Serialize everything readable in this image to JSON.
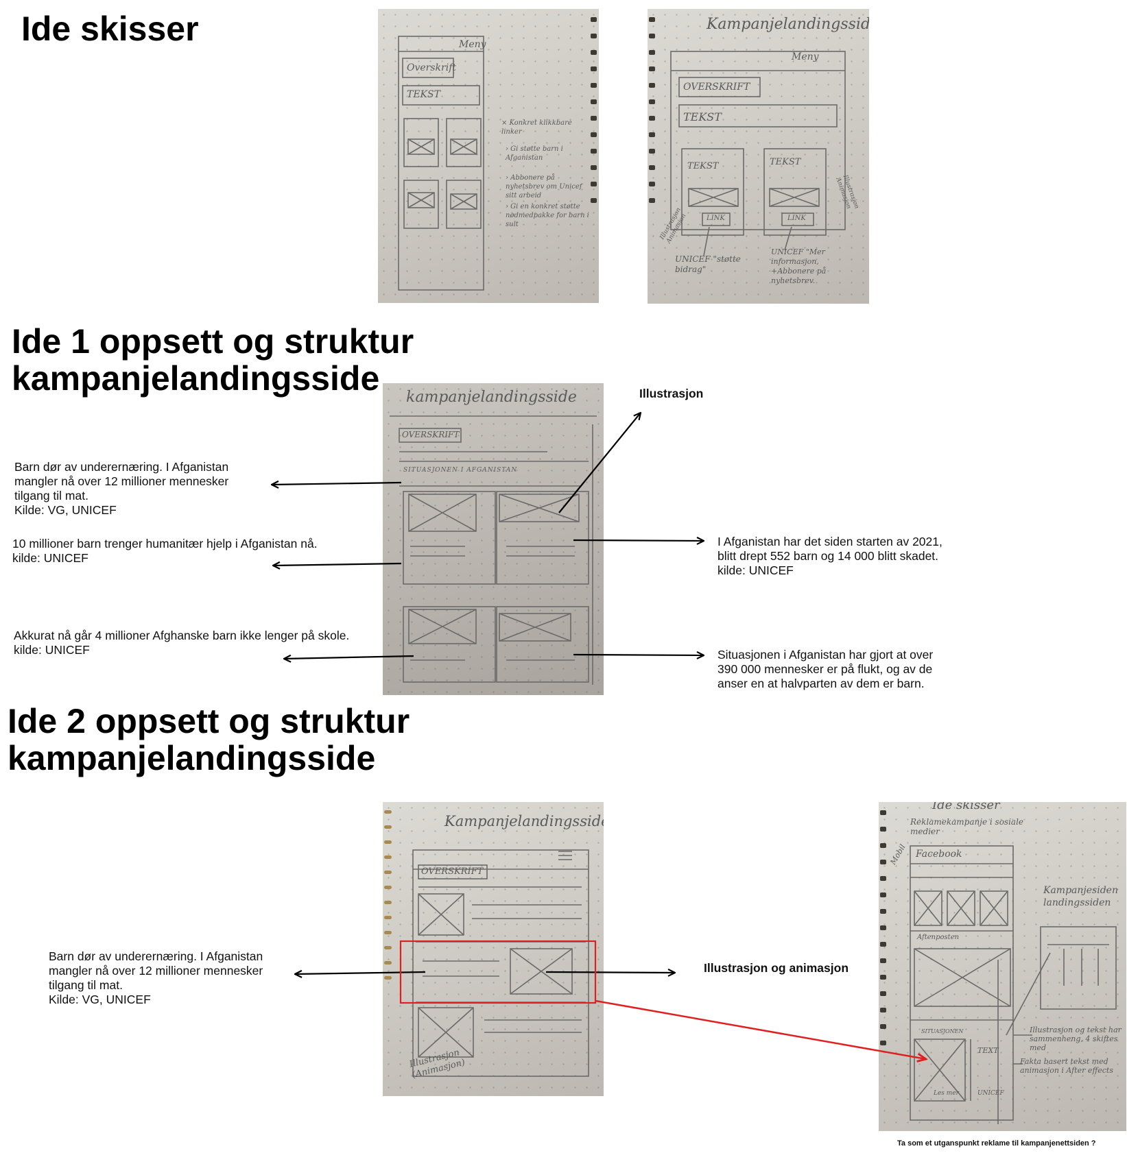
{
  "headings": {
    "ide_skisser": "Ide skisser",
    "ide1_line1": "Ide 1 oppsett og struktur",
    "ide1_line2": "kampanjelandingsside",
    "ide2_line1": "Ide 2 oppsett og struktur",
    "ide2_line2": "kampanjelandingsside"
  },
  "ide1": {
    "illustrasjon_label": "Illustrasjon",
    "note_left_1": "Barn dør av underernæring. I Afganistan\nmangler nå over 12 millioner mennesker\ntilgang til mat.\nKilde: VG, UNICEF",
    "note_left_2": "10 millioner barn trenger humanitær hjelp i Afganistan nå.\nkilde: UNICEF",
    "note_left_3": "Akkurat nå går 4 millioner Afghanske barn ikke lenger på skole.\nkilde: UNICEF",
    "note_right_1": "I Afganistan har det siden starten av 2021,\nblitt drept 552 barn og 14 000 blitt skadet.\nkilde: UNICEF",
    "note_right_2": "Situasjonen i Afganistan har gjort at  over\n390 000 mennesker er på flukt, og av de\nanser en at halvparten av dem er barn."
  },
  "ide2": {
    "note_left": "Barn dør av underernæring. I Afganistan\nmangler nå over 12 millioner mennesker\ntilgang til mat.\nKilde: VG, UNICEF",
    "illustrasjon_animasjon_label": "Illustrasjon og animasjon",
    "caption": "Ta som et utganspunkt reklame til kampanjenettsiden ?"
  },
  "sketches": {
    "s1": {
      "menu": "Meny",
      "overskrift": "Overskrift",
      "tekst": "TEKST",
      "note1": "× Konkret klikkbare linker",
      "note2": "› Gi støtte barn i Afganistan",
      "note3": "› Abbonere på nyhetsbrev om Unicef sitt arbeid",
      "note4": "› Gi en konkret støtte nødmedpakke for barn i sult"
    },
    "s2": {
      "title": "Kampanjelandingsside",
      "menu": "Meny",
      "overskrift": "OVERSKRIFT",
      "tekst": "TEKST",
      "box_tekst": "TEKST",
      "link": "LINK",
      "left_side": "Illustrasjon Animasjon",
      "right_side": "Illustrasjon Animasjon",
      "unicef_left": "UNICEF \"støtte bidrag\"",
      "unicef_right": "UNICEF \"Mer informasjon, +Abbonere på nyhetsbrev."
    },
    "s3": {
      "title": "kampanjelandingsside",
      "overskrift": "OVERSKRIFT",
      "situasjonen": "SITUASJONEN I AFGANISTAN"
    },
    "s4": {
      "title": "Kampanjelandingsside",
      "overskrift": "OVERSKRIFT",
      "side_note": "Illustrasjon (Animasjon)"
    },
    "s5": {
      "title": "Ide skisser",
      "subtitle": "Reklamekampanje i sosiale medier",
      "mobil": "Mobil",
      "facebook": "Facebook",
      "aftenposten": "Aftenposten",
      "situasjonen": "SITUASJONEN",
      "text": "TEXT",
      "les_mer": "Les mer",
      "unicef": "UNICEF",
      "kampanjesiden": "Kampanjesiden landingssiden",
      "note_a": "Illustrasjon og tekst har sammenheng, 4 skiftes med",
      "note_b": "Fakta basert tekst med animasjon i After effects"
    }
  },
  "colors": {
    "highlight_red": "#e02020",
    "arrow": "#000000"
  }
}
